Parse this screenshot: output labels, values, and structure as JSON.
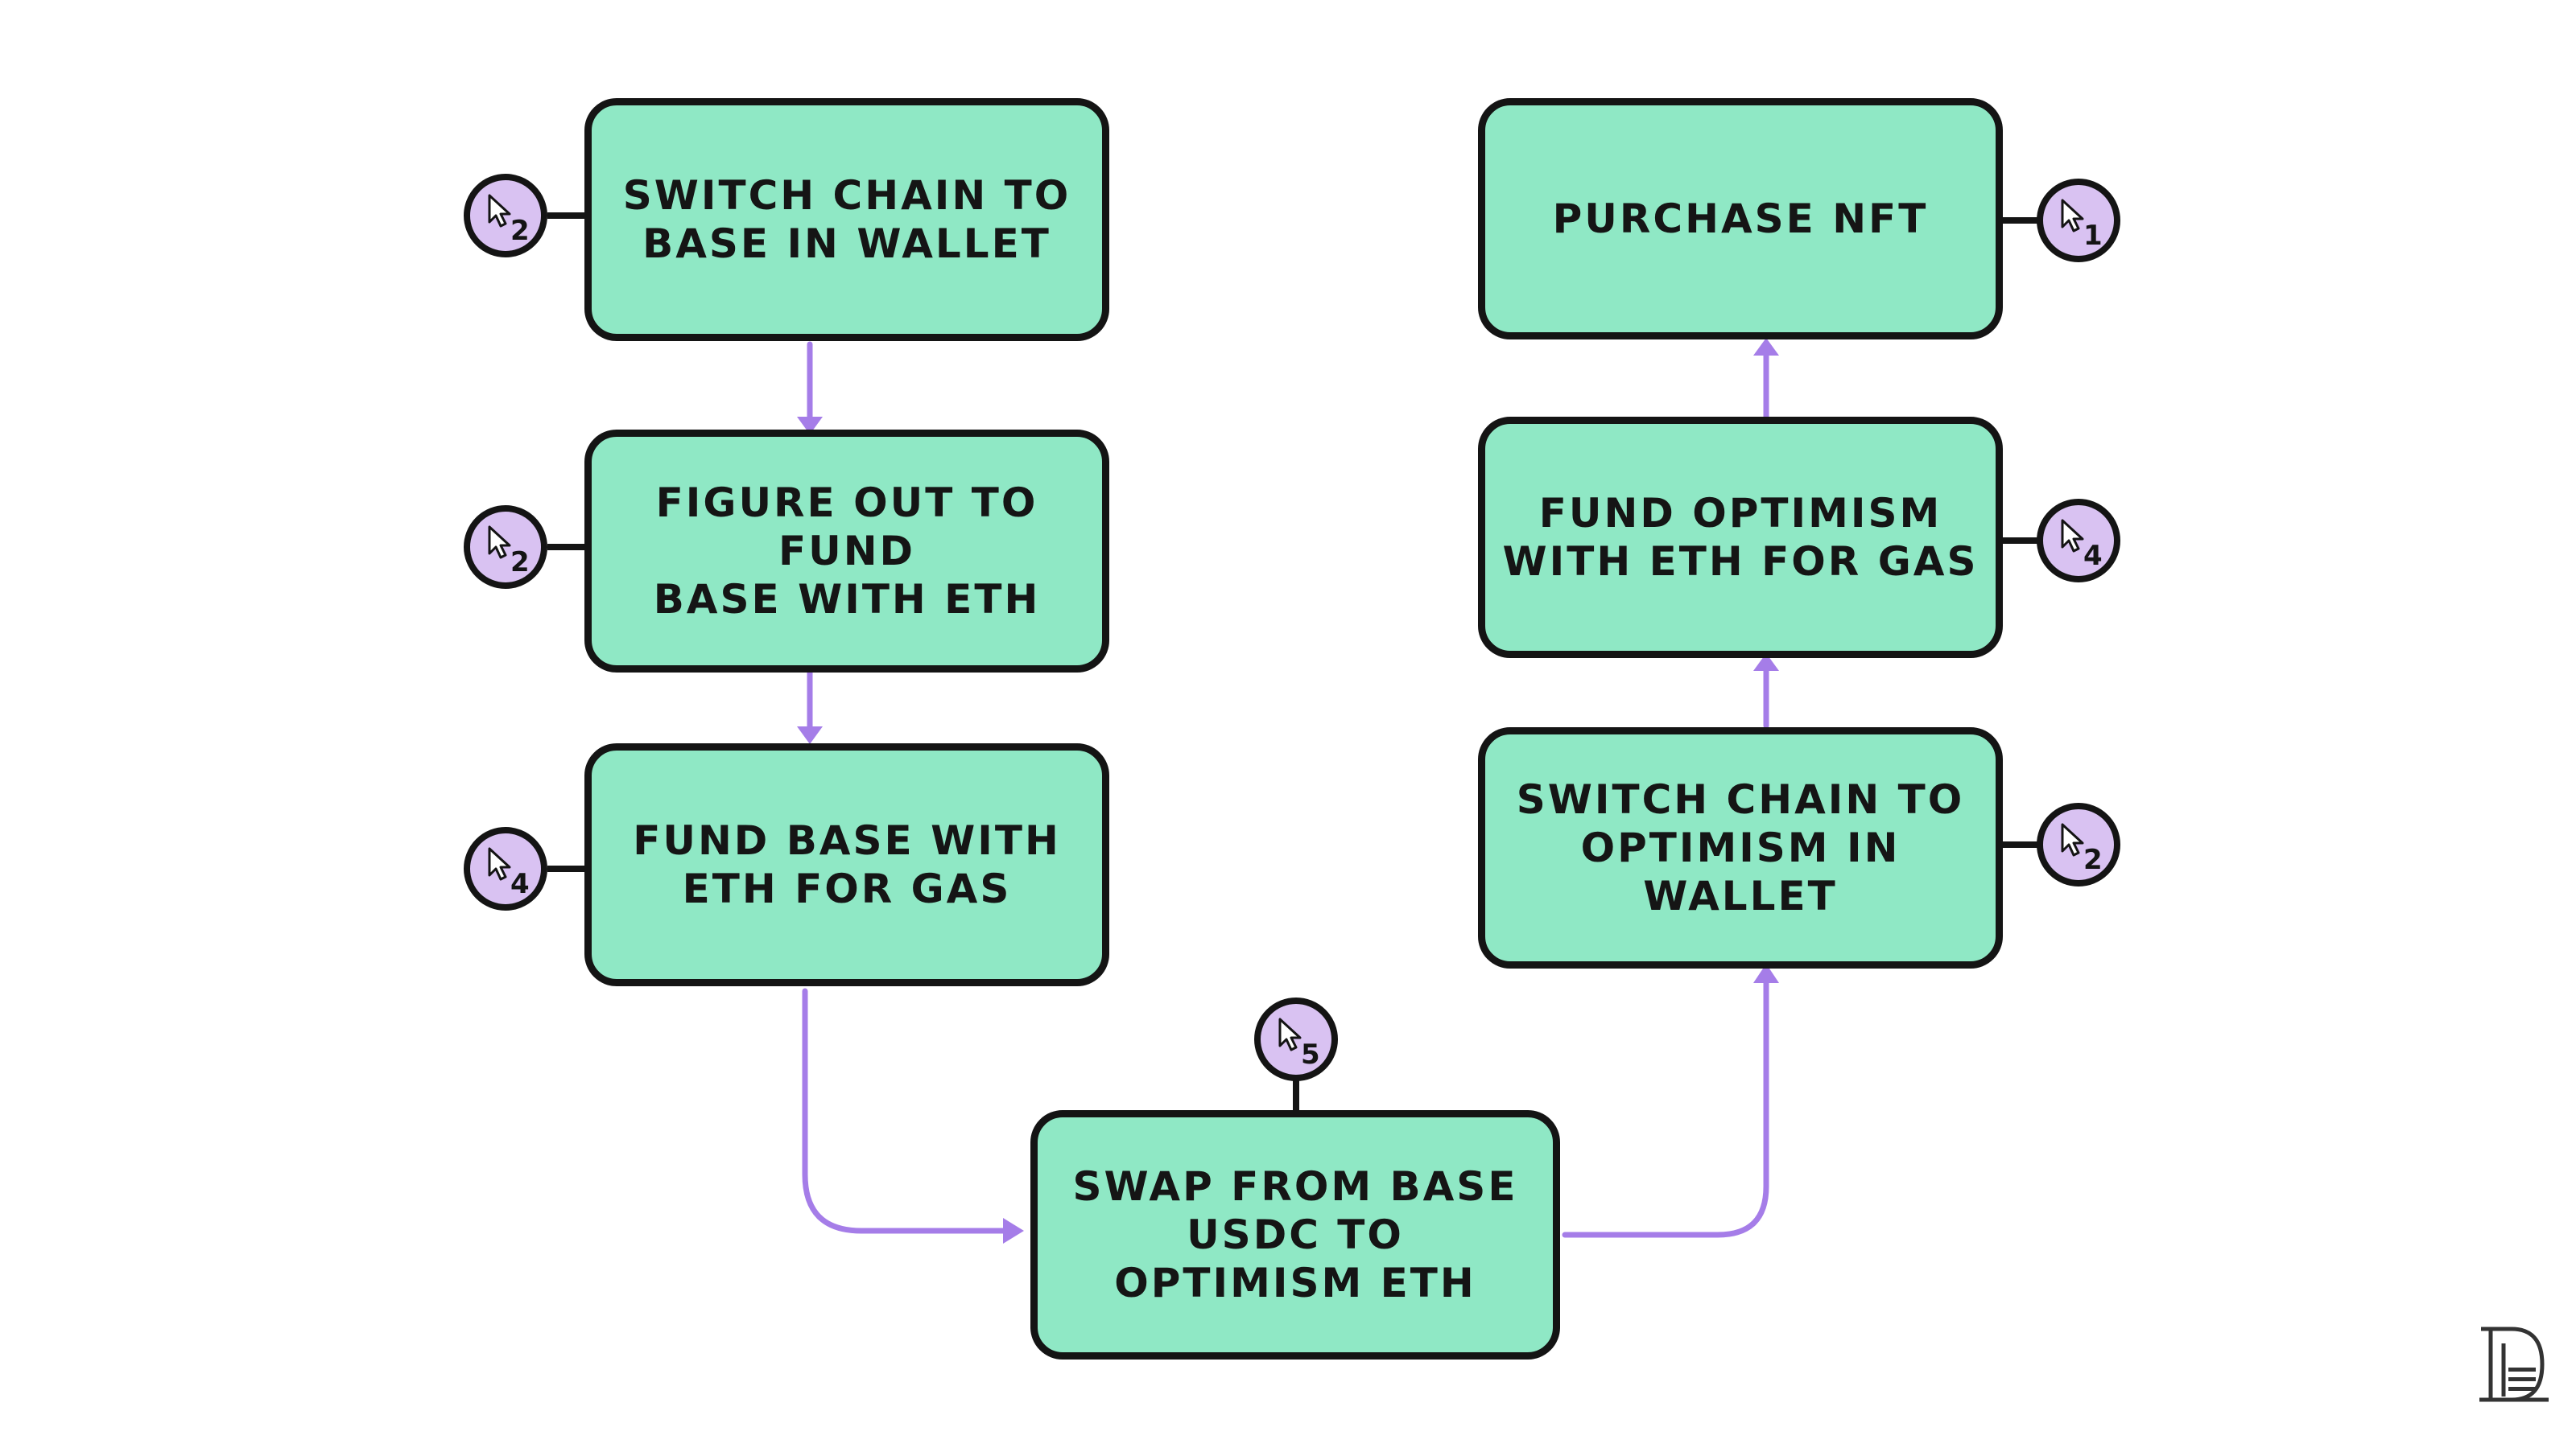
{
  "colors": {
    "box_fill": "#8fe8c5",
    "outline": "#141414",
    "connector": "#a57de8",
    "badge_fill": "#d9c2f2",
    "background": "#ffffff"
  },
  "steps": [
    {
      "label": "Switch chain to\nbase in wallet",
      "clicks": "2"
    },
    {
      "label": "Figure out to fund\nbase with ETH",
      "clicks": "2"
    },
    {
      "label": "Fund base with\nETH for gas",
      "clicks": "4"
    },
    {
      "label": "Swap from base\nUSDC to\nOptimism ETH",
      "clicks": "5"
    },
    {
      "label": "Switch chain to\noptimism in wallet",
      "clicks": "2"
    },
    {
      "label": "Fund optimism\nwith ETH for gas",
      "clicks": "4"
    },
    {
      "label": "Purchase NFT",
      "clicks": "1"
    }
  ],
  "badge_icon": "cursor-arrow-icon",
  "logo_icon": "publisher-logo-icon"
}
